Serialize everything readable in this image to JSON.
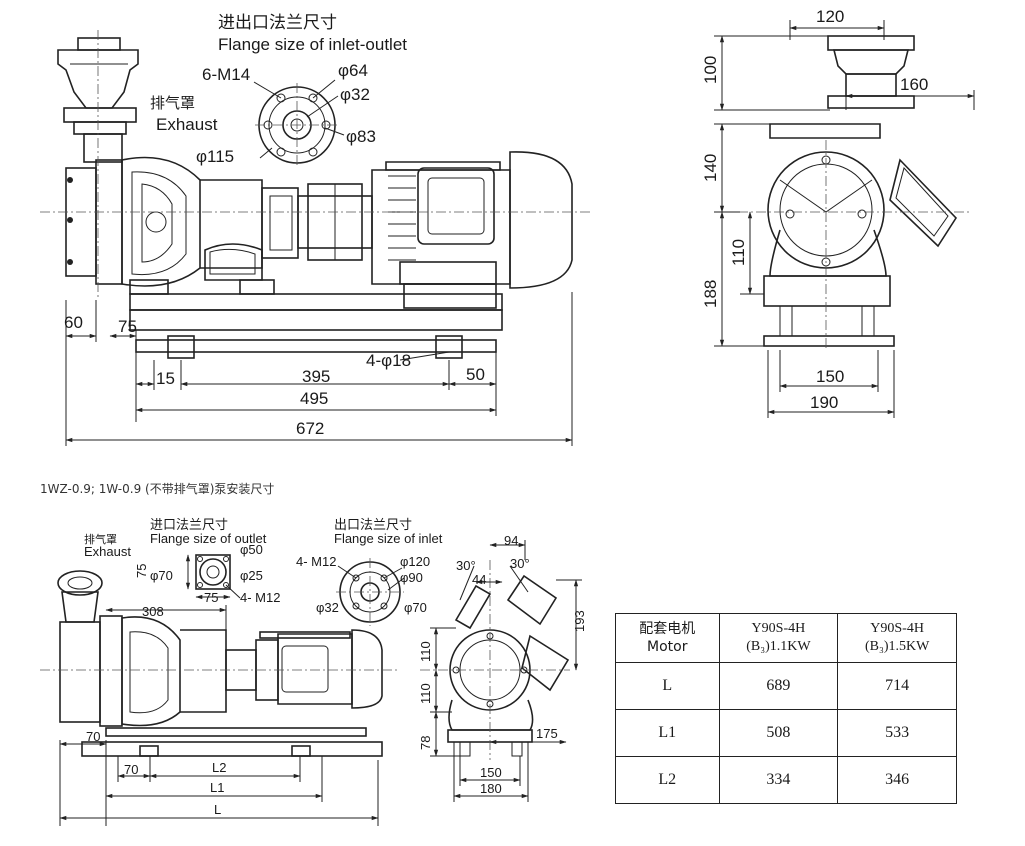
{
  "top": {
    "flange_title_cn": "进出口法兰尺寸",
    "flange_title_en": "Flange size of inlet-outlet",
    "exhaust_cn": "排气罩",
    "exhaust_en": "Exhaust",
    "labels": {
      "m14": "6-M14",
      "d64": "φ64",
      "d32": "φ32",
      "d83": "φ83",
      "d115": "φ115",
      "d18": "4-φ18"
    },
    "dims": {
      "d60": "60",
      "d75": "75",
      "d15": "15",
      "d395": "395",
      "d50": "50",
      "d495": "495",
      "d672": "672",
      "d120": "120",
      "d100": "100",
      "d160": "160",
      "d140": "140",
      "d110": "110",
      "d188": "188",
      "d150": "150",
      "d190": "190"
    }
  },
  "caption": "1WZ-0.9; 1W-0.9 (不带排气罩)泵安装尺寸",
  "bottom": {
    "exhaust_cn": "排气罩",
    "exhaust_en": "Exhaust",
    "outlet_title_cn": "进口法兰尺寸",
    "outlet_title_en": "Flange size of outlet",
    "inlet_title_cn": "出口法兰尺寸",
    "inlet_title_en": "Flange size of inlet",
    "labels": {
      "d50": "φ50",
      "d70": "φ70",
      "d25": "φ25",
      "m12a": "4- M12",
      "m12b": "4- M12",
      "d120": "φ120",
      "d90": "φ90",
      "d32": "φ32",
      "d70b": "φ70",
      "a30a": "30°",
      "a30b": "30°"
    },
    "dims": {
      "d75v": "75",
      "d75h": "75",
      "d308": "308",
      "d70a": "70",
      "d70b": "70",
      "L2": "L2",
      "L1": "L1",
      "L": "L",
      "d94": "94",
      "d44": "44",
      "d193": "193",
      "d110a": "110",
      "d110b": "110",
      "d78": "78",
      "d175": "175",
      "d150": "150",
      "d180": "180"
    }
  },
  "motor_table": {
    "header": [
      "配套电机\nMotor",
      "Y90S-4H\n(B₃)1.1KW",
      "Y90S-4H\n(B₃)1.5KW"
    ],
    "rows": [
      {
        "label": "L",
        "v1": "689",
        "v2": "714"
      },
      {
        "label": "L1",
        "v1": "508",
        "v2": "533"
      },
      {
        "label": "L2",
        "v1": "334",
        "v2": "346"
      }
    ]
  }
}
